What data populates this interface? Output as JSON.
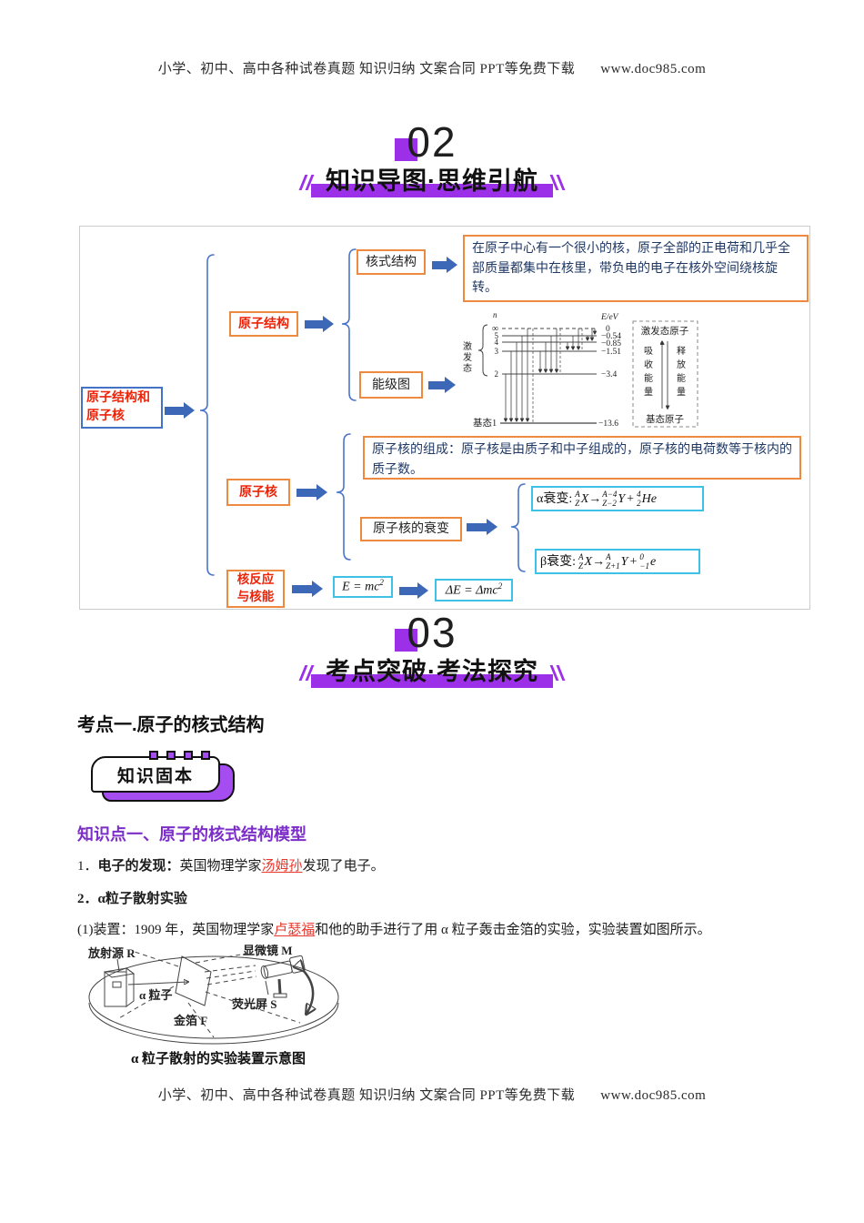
{
  "colors": {
    "purple": "#9C2FE8",
    "badge": "#A64DF2",
    "blue": "#4472C4",
    "arrow": "#3D68B8",
    "orange": "#ED8A3F",
    "cyan": "#3EC1E6",
    "red": "#ED2308",
    "navy": "#1F3864",
    "link": "#E8372C",
    "hpurple": "#7C2EC8",
    "ink": "#1A1A1A"
  },
  "header": {
    "text": "小学、初中、高中各种试卷真题 知识归纳 文案合同 PPT等免费下载",
    "url": "www.doc985.com"
  },
  "footer": {
    "text": "小学、初中、高中各种试卷真题 知识归纳 文案合同 PPT等免费下载",
    "url": "www.doc985.com"
  },
  "section02": {
    "number": "02",
    "title": "知识导图·思维引航"
  },
  "section03": {
    "number": "03",
    "title": "考点突破·考法探究"
  },
  "mindmap": {
    "root": "原子结构和原子核",
    "atom_structure": "原子结构",
    "nuclear_model": "核式结构",
    "nuclear_model_desc": "在原子中心有一个很小的核，原子全部的正电荷和几乎全部质量都集中在核里，带负电的电子在核外空间绕核旋转。",
    "energy_level": "能级图",
    "nucleus": "原子核",
    "nucleus_desc": "原子核的组成：原子核是由质子和中子组成的，原子核的电荷数等于核内的质子数。",
    "decay": "原子核的衰变",
    "reaction_line1": "核反应",
    "reaction_line2": "与核能",
    "alpha": {
      "label": "α衰变:",
      "sup1": "A",
      "sub1": "Z",
      "sym1": "X",
      "arrow": "→",
      "sup2": "A−4",
      "sub2": "Z−2",
      "sym2": "Y",
      "plus": "+",
      "sup3": "4",
      "sub3": "2",
      "sym3": "He"
    },
    "beta": {
      "label": "β衰变:",
      "sup1": "A",
      "sub1": "Z",
      "sym1": "X",
      "arrow": "→",
      "sup2": "A",
      "sub2": "Z+1",
      "sym2": "Y",
      "plus": "+",
      "sup3": "0",
      "sub3": "−1",
      "sym3": "e"
    },
    "emc": {
      "body": "E = mc",
      "sup": "2"
    },
    "demc": {
      "body": "ΔE = Δmc",
      "sup": "2"
    }
  },
  "energy": {
    "axis_n": "n",
    "axis_e": "E/eV",
    "inf": "∞",
    "n5": "5",
    "n4": "4",
    "n3": "3",
    "n2": "2",
    "e0": "0",
    "e5": "−0.54",
    "e4": "−0.85",
    "e3": "−1.51",
    "e2": "−3.4",
    "e1": "−13.6",
    "ground": "基态1",
    "excited": [
      "激",
      "发",
      "态"
    ],
    "box_top": "激发态原子",
    "box_bottom": "基态原子",
    "absorb": [
      "吸",
      "收",
      "能",
      "量"
    ],
    "release": [
      "释",
      "放",
      "能",
      "量"
    ]
  },
  "exam": {
    "heading": "考点一.原子的核式结构",
    "badge": "知识固本"
  },
  "knowledge": {
    "heading": "知识点一、原子的核式结构模型",
    "p1_no": "1．",
    "p1_bold": "电子的发现：",
    "p1_a": "英国物理学家",
    "p1_link": "汤姆孙",
    "p1_b": "发现了电子。",
    "p2": "2．α粒子散射实验",
    "p3_a": "(1)装置：1909 年，英国物理学家",
    "p3_link": "卢瑟福",
    "p3_b": "和他的助手进行了用 α 粒子轰击金箔的实验，实验装置如图所示。"
  },
  "experiment": {
    "source": "放射源 R",
    "microscope": "显微镜 M",
    "alpha": "α 粒子",
    "screen": "荧光屏 S",
    "foil": "金箔 F",
    "caption": "α 粒子散射的实验装置示意图"
  }
}
